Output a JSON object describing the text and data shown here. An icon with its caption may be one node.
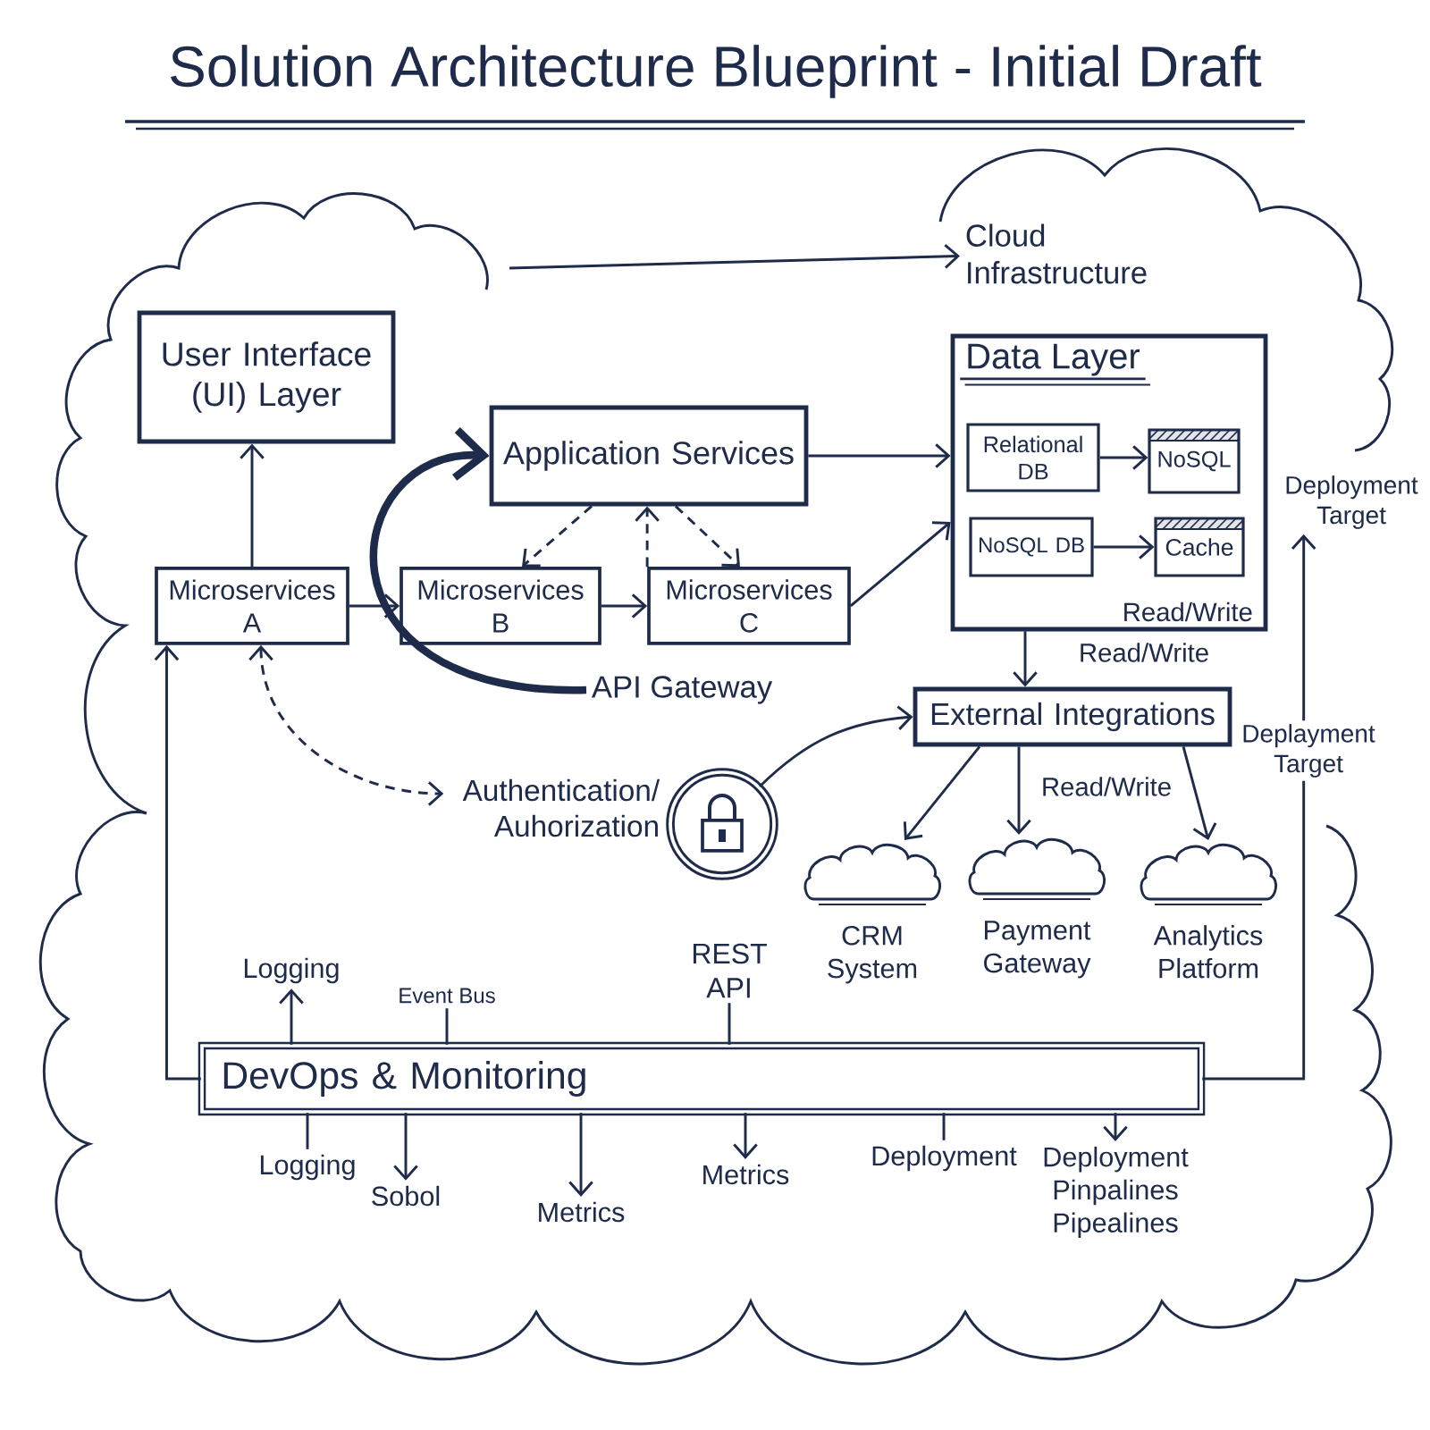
{
  "diagram": {
    "title": "Solution Architecture Blueprint - Initial Draft",
    "nodes": [
      {
        "text": [
          "Cloud Infrastructure"
        ]
      },
      {
        "text": [
          "User Interface (UI) Layer"
        ]
      },
      {
        "text": [
          "Application Services"
        ]
      },
      {
        "text": [
          "Data Layer",
          "Read/Write"
        ]
      },
      {
        "text": [
          "Relational DB"
        ],
        "in": 3
      },
      {
        "text": [
          "NoSQL"
        ],
        "in": 3
      },
      {
        "text": [
          "NoSQL DB"
        ],
        "in": 3
      },
      {
        "text": [
          "Cache"
        ],
        "in": 3
      },
      {
        "text": [
          "Microservices A"
        ]
      },
      {
        "text": [
          "Microservices B"
        ]
      },
      {
        "text": [
          "Microservices C"
        ]
      },
      {
        "text": [
          "API Gateway"
        ]
      },
      {
        "text": [
          "Authentication/ Auhorization"
        ]
      },
      {
        "text": [],
        "shape": "circle"
      },
      {
        "text": [
          "External Integrations"
        ]
      },
      {
        "text": [
          "CRM System"
        ]
      },
      {
        "text": [
          "Payment Gateway"
        ]
      },
      {
        "text": [
          "Analytics Platform"
        ]
      },
      {
        "text": [
          "DevOps & Monitoring"
        ]
      },
      {
        "text": [
          "Deployment Target"
        ]
      },
      {
        "text": [
          "Logging"
        ]
      },
      {
        "text": [
          "Event Bus"
        ]
      },
      {
        "text": [
          "REST API"
        ]
      },
      {
        "text": [
          "Logging"
        ]
      },
      {
        "text": [
          "Sobol"
        ]
      },
      {
        "text": [
          "Metrics"
        ]
      },
      {
        "text": [
          "Metrics"
        ]
      },
      {
        "text": [
          "Deployment"
        ]
      },
      {
        "text": [
          "Deployment Pinpalines Pipealines"
        ]
      }
    ],
    "edges": [
      {
        "from": null,
        "to": 0,
        "arrow": "to"
      },
      {
        "from": 8,
        "to": 1,
        "arrow": "to"
      },
      {
        "from": 8,
        "to": 9,
        "arrow": "to"
      },
      {
        "from": 9,
        "to": 10,
        "arrow": "to"
      },
      {
        "from": 11,
        "to": 2,
        "arrow": "to",
        "style": "thick"
      },
      {
        "from": 2,
        "to": 9,
        "arrow": "to",
        "style": "dashed"
      },
      {
        "from": 10,
        "to": 2,
        "arrow": "to",
        "style": "dashed"
      },
      {
        "from": 2,
        "to": 10,
        "arrow": "to",
        "style": "dashed"
      },
      {
        "from": 2,
        "to": 3,
        "arrow": "to"
      },
      {
        "from": 10,
        "to": 3,
        "arrow": "to"
      },
      {
        "from": 4,
        "to": 5,
        "arrow": "to"
      },
      {
        "from": 6,
        "to": 7,
        "arrow": "to"
      },
      {
        "from": 3,
        "to": 14,
        "arrow": "to",
        "label": "Read/Write"
      },
      {
        "from": 8,
        "to": 12,
        "arrow": "both",
        "style": "dashed"
      },
      {
        "from": 13,
        "to": 14,
        "arrow": "to"
      },
      {
        "from": 14,
        "to": 15,
        "arrow": "to"
      },
      {
        "from": 14,
        "to": 16,
        "arrow": "to"
      },
      {
        "from": 14,
        "to": 17,
        "arrow": "to",
        "label": "Read/Write"
      },
      {
        "from": 18,
        "to": 8,
        "arrow": "to"
      },
      {
        "from": 18,
        "to": 19,
        "arrow": "to",
        "label": "Deplayment Target"
      },
      {
        "from": 18,
        "to": 20,
        "arrow": "to"
      },
      {
        "from": 18,
        "to": 21,
        "arrow": "none"
      },
      {
        "from": 18,
        "to": 22,
        "arrow": "none"
      },
      {
        "from": 18,
        "to": 23,
        "arrow": "none"
      },
      {
        "from": 18,
        "to": 24,
        "arrow": "to"
      },
      {
        "from": 18,
        "to": 25,
        "arrow": "to"
      },
      {
        "from": 18,
        "to": 26,
        "arrow": "to"
      },
      {
        "from": 18,
        "to": 27,
        "arrow": "none"
      },
      {
        "from": 18,
        "to": 28,
        "arrow": "to"
      }
    ]
  }
}
